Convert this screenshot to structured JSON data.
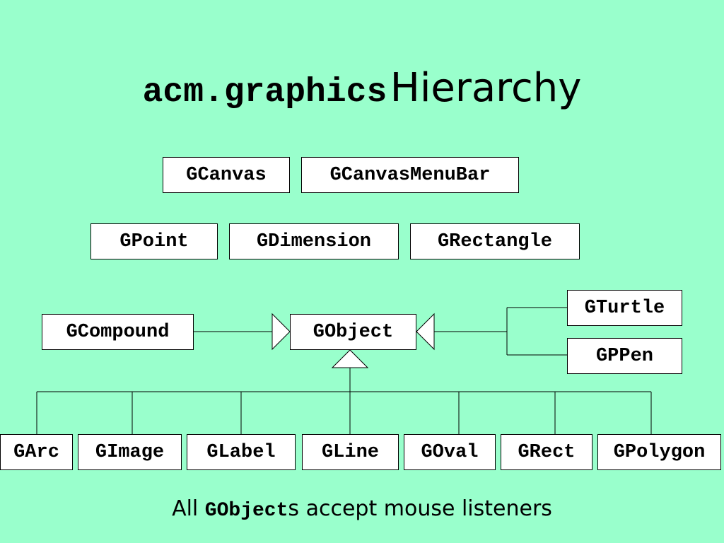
{
  "title": {
    "code": "acm.graphics",
    "text": "Hierarchy"
  },
  "boxes": {
    "gcanvas": "GCanvas",
    "gcanvasmenubar": "GCanvasMenuBar",
    "gpoint": "GPoint",
    "gdimension": "GDimension",
    "grectangle": "GRectangle",
    "gcompound": "GCompound",
    "gobject": "GObject",
    "gturtle": "GTurtle",
    "gpen": "GPPen",
    "garc": "GArc",
    "gimage": "GImage",
    "glabel": "GLabel",
    "gline": "GLine",
    "goval": "GOval",
    "grect": "GRect",
    "gpolygon": "GPolygon"
  },
  "footer": {
    "prefix": "All ",
    "code": "GObject",
    "suffix": "s accept mouse listeners"
  }
}
